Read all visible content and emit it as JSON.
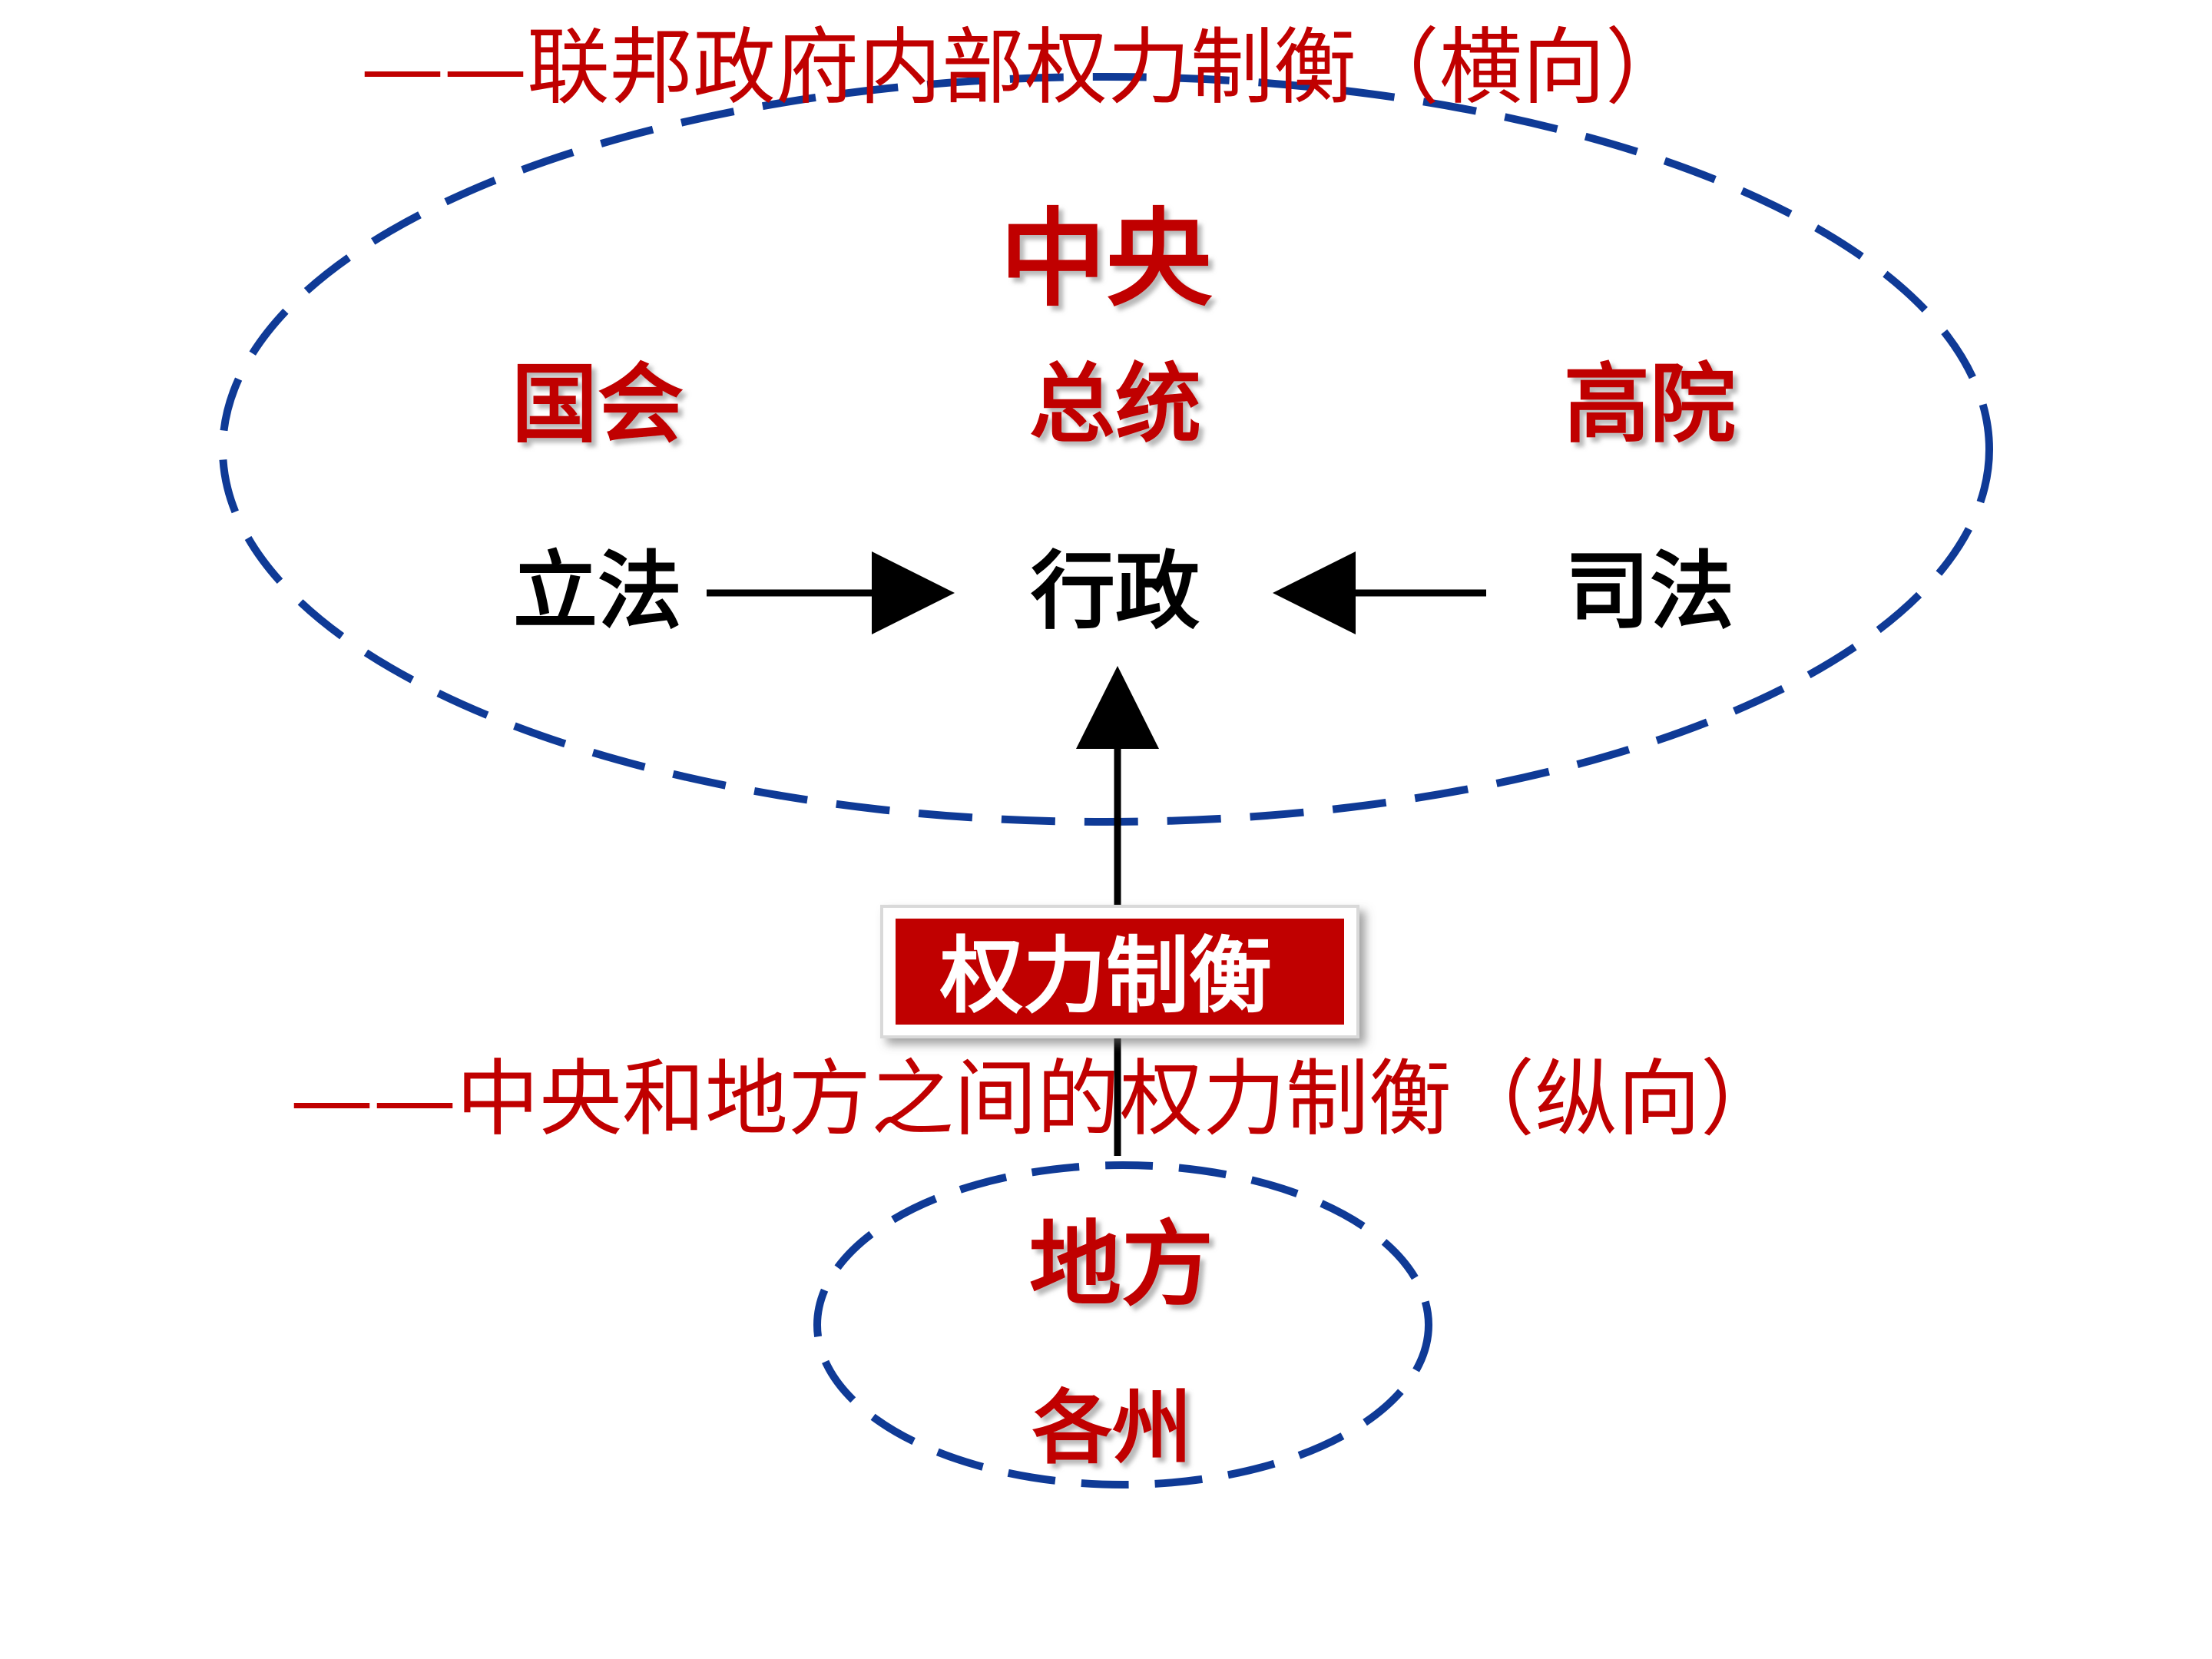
{
  "diagram": {
    "title_top": "——联邦政府内部权力制衡（横向）",
    "title_bottom": "——中央和地方之间的权力制衡（纵向）",
    "central_label": "中央",
    "branches": [
      {
        "institution": "国会",
        "power": "立法"
      },
      {
        "institution": "总统",
        "power": "行政"
      },
      {
        "institution": "高院",
        "power": "司法"
      }
    ],
    "center_box_label": "权力制衡",
    "local_label": "地方",
    "states_label": "各州",
    "colors": {
      "accent_red": "#c00000",
      "ellipse_blue": "#0f3a96",
      "box_fill": "#c00000"
    }
  }
}
